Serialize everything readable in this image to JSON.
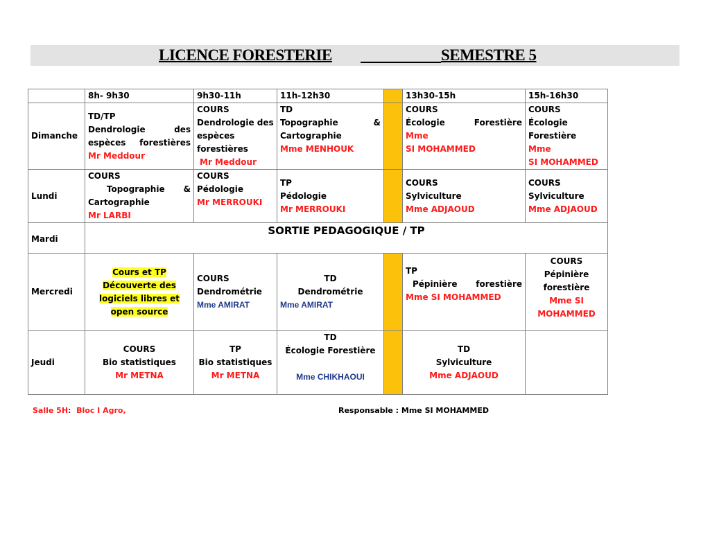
{
  "header": {
    "title_left": "LICENCE FORESTERIE",
    "title_right": "SEMESTRE 5"
  },
  "colors": {
    "lunch_column": "#fcc20b",
    "teacher_red": "#ff1a1a",
    "teacher_blue": "#1f3a8a",
    "highlight": "#ffff22",
    "title_bar": "#e3e3e3"
  },
  "schedule": {
    "time_slots": [
      "8h- 9h30",
      "9h30-11h",
      "11h-12h30",
      "",
      "13h30-15h",
      "15h-16h30"
    ],
    "rows": [
      {
        "day": "Dimanche",
        "cells": [
          {
            "type": "TD/TP",
            "lines": [
              "Dendrologie des",
              "espèces forestières"
            ],
            "teacher": "Mr  Meddour"
          },
          {
            "type": "COURS",
            "lines": [
              "Dendrologie des",
              "espèces",
              "forestières"
            ],
            "teacher": "Mr  Meddour"
          },
          {
            "type": "TD",
            "lines": [
              "Topographie &",
              "Cartographie"
            ],
            "teacher": "Mme MENHOUK"
          },
          {
            "type": "COURS",
            "lines": [
              "Écologie Forestière"
            ],
            "teacher": "Mme",
            "teacher2": "SI MOHAMMED"
          },
          {
            "type": "COURS",
            "lines": [
              "Écologie",
              "Forestière"
            ],
            "teacher": "Mme",
            "teacher2": "SI MOHAMMED"
          }
        ]
      },
      {
        "day": "Lundi",
        "cells": [
          {
            "type": "COURS",
            "lines": [
              " Topographie &",
              "Cartographie"
            ],
            "teacher": "Mr LARBI"
          },
          {
            "type": "COURS",
            "lines": [
              "Pédologie"
            ],
            "teacher": "Mr MERROUKI"
          },
          {
            "type": "TP",
            "lines": [
              "Pédologie"
            ],
            "teacher": "Mr MERROUKI"
          },
          {
            "type": "COURS",
            "lines": [
              "Sylviculture"
            ],
            "teacher": "Mme  ADJAOUD"
          },
          {
            "type": "COURS",
            "lines": [
              "Sylviculture"
            ],
            "teacher": "Mme  ADJAOUD"
          }
        ]
      },
      {
        "day": "Mardi",
        "merged_text": "SORTIE  PEDAGOGIQUE / TP"
      },
      {
        "day": "Mercredi",
        "cells": [
          {
            "type": "Cours et TP",
            "lines": [
              "Découverte des",
              "logiciels libres et",
              "open source"
            ],
            "teacher": ""
          },
          {
            "type": "COURS",
            "lines": [
              "Dendrométrie"
            ],
            "teacher": "Mme AMIRAT"
          },
          {
            "type": "TD",
            "lines": [
              "Dendrométrie"
            ],
            "teacher": "Mme AMIRAT"
          },
          {
            "type": "TP",
            "lines": [
              "Pépinière forestière"
            ],
            "teacher": "Mme  SI MOHAMMED"
          },
          {
            "type": "COURS",
            "lines": [
              "Pépinière",
              "forestière"
            ],
            "teacher": "Mme  SI",
            "teacher2": "MOHAMMED"
          }
        ]
      },
      {
        "day": "Jeudi",
        "cells": [
          {
            "type": "COURS",
            "lines": [
              "Bio statistiques"
            ],
            "teacher": "Mr METNA"
          },
          {
            "type": "TP",
            "lines": [
              "Bio statistiques"
            ],
            "teacher": "Mr METNA"
          },
          {
            "type": "TD",
            "lines": [
              "Écologie Forestière"
            ],
            "teacher": "Mme CHIKHAOUI"
          },
          {
            "type": "TD",
            "lines": [
              "Sylviculture"
            ],
            "teacher": "Mme  ADJAOUD"
          },
          {
            "type": "",
            "lines": [],
            "teacher": ""
          }
        ]
      }
    ]
  },
  "footer": {
    "room_label": "Salle 5H",
    "room_colon": ":",
    "room_value": "Bloc I Agro,",
    "responsible": "Responsable : Mme SI MOHAMMED"
  }
}
